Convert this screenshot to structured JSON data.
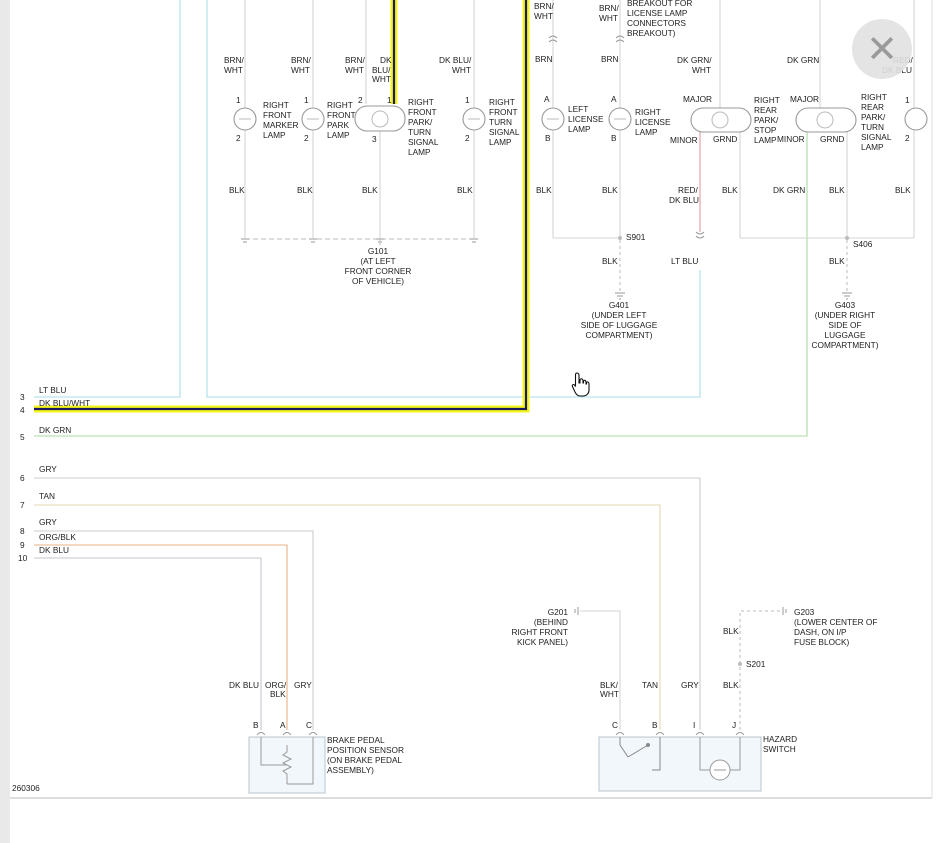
{
  "diagram_id": "260306",
  "close_icon_glyph": "✕",
  "wire_colors": {
    "lt_blu": "#a9dfe8",
    "dk_grn": "#a9d9a0",
    "gry": "#c8c8c8",
    "tan": "#e6d7b4",
    "org_blk": "#e9b283",
    "dk_blu": "#c4c7cc",
    "red": "#e39aa3",
    "highlight_yellow": "#f5f51a",
    "highlight_core": "#1a1a5e"
  },
  "bus": {
    "rows": [
      {
        "num": "3",
        "label": "LT BLU"
      },
      {
        "num": "4",
        "label": "DK BLU/WHT"
      },
      {
        "num": "5",
        "label": "DK GRN"
      },
      {
        "num": "6",
        "label": "GRY"
      },
      {
        "num": "7",
        "label": "TAN"
      },
      {
        "num": "8",
        "label": "GRY"
      },
      {
        "num": "9",
        "label": "ORG/BLK"
      },
      {
        "num": "10",
        "label": "DK BLU"
      }
    ]
  },
  "front_lamps": [
    {
      "wire_top": [
        "BRN/",
        "WHT"
      ],
      "pin_top": "1",
      "pin_bottom": "2",
      "name": [
        "RIGHT",
        "FRONT",
        "MARKER",
        "LAMP"
      ],
      "wire_bottom": "BLK"
    },
    {
      "wire_top": [
        "BRN/",
        "WHT"
      ],
      "pin_top": "1",
      "pin_bottom": "2",
      "name": [
        "RIGHT",
        "FRONT",
        "PARK",
        "LAMP"
      ],
      "wire_bottom": "BLK"
    },
    {
      "wire_top": [
        "BRN/",
        "WHT"
      ],
      "wire_top_b": [
        "DK",
        "BLU/",
        "WHT"
      ],
      "pin_top": "2",
      "pin_top_b": "1",
      "pin_bottom": "3",
      "name": [
        "RIGHT",
        "FRONT",
        "PARK/",
        "TURN",
        "SIGNAL",
        "LAMP"
      ],
      "wire_bottom": "BLK"
    },
    {
      "wire_top": [
        "DK BLU/",
        "WHT"
      ],
      "pin_top": "1",
      "pin_bottom": "2",
      "name": [
        "RIGHT",
        "FRONT",
        "TURN",
        "SIGNAL",
        "LAMP"
      ],
      "wire_bottom": "BLK"
    }
  ],
  "g101": [
    "G101",
    "(AT LEFT",
    "FRONT CORNER",
    "OF VEHICLE)"
  ],
  "rear_top_labels": {
    "brn_wht_a": [
      "BRN/",
      "WHT"
    ],
    "brn_wht_b": [
      "BRN/",
      "WHT"
    ],
    "breakout": [
      "BREAKOUT FOR",
      "LICENSE LAMP",
      "CONNECTORS",
      "BREAKOUT)"
    ],
    "brn_a": "BRN",
    "brn_b": "BRN",
    "dk_grn_wht": [
      "DK GRN/",
      "WHT"
    ],
    "dk_grn": "DK GRN",
    "red_dk_blu": [
      "RED/",
      "DK BLU"
    ]
  },
  "rear_lamps": {
    "left_license": {
      "pin_top": "A",
      "pin_bottom": "B",
      "name": [
        "LEFT",
        "LICENSE",
        "LAMP"
      ],
      "wire_bottom": "BLK"
    },
    "right_license": {
      "pin_top": "A",
      "pin_bottom": "B",
      "name": [
        "RIGHT",
        "LICENSE",
        "LAMP"
      ],
      "wire_bottom": "BLK"
    },
    "right_rear_stop": {
      "pin_major": "MAJOR",
      "pin_minor": "MINOR",
      "pin_grnd": "GRND",
      "name": [
        "RIGHT",
        "REAR",
        "PARK/",
        "STOP",
        "LAMP"
      ],
      "wire_minor": [
        "RED/",
        "DK BLU"
      ],
      "wire_grnd": "BLK"
    },
    "right_rear_turn": {
      "pin_major": "MAJOR",
      "pin_minor": "MINOR",
      "pin_grnd": "GRND",
      "name": [
        "RIGHT",
        "REAR",
        "PARK/",
        "TURN",
        "SIGNAL",
        "LAMP"
      ],
      "wire_minor": "DK GRN",
      "wire_grnd": "BLK"
    },
    "edge_lamp": {
      "pin_top": "1",
      "pin_bottom": "2",
      "wire_bottom": "BLK"
    }
  },
  "splices": {
    "s901": "S901",
    "s406": "S406",
    "s201": "S201"
  },
  "lt_blu_label": "LT BLU",
  "g401": {
    "wire": "BLK",
    "lines": [
      "G401",
      "(UNDER LEFT",
      "SIDE OF LUGGAGE",
      "COMPARTMENT)"
    ]
  },
  "g403": {
    "wire": "BLK",
    "lines": [
      "G403",
      "(UNDER RIGHT",
      "SIDE OF",
      "LUGGAGE",
      "COMPARTMENT)"
    ]
  },
  "brake_sensor": {
    "wires": [
      "DK BLU",
      "ORG/",
      "BLK",
      "GRY"
    ],
    "pins": [
      "B",
      "A",
      "C"
    ],
    "name": [
      "BRAKE PEDAL",
      "POSITION SENSOR",
      "(ON BRAKE PEDAL",
      "ASSEMBLY)"
    ]
  },
  "g201": [
    "G201",
    "(BEHIND",
    "RIGHT FRONT",
    "KICK PANEL)"
  ],
  "g203": [
    "G203",
    "(LOWER CENTER OF",
    "DASH, ON I/P",
    "FUSE BLOCK)"
  ],
  "hazard": {
    "wires": [
      "BLK/",
      "WHT",
      "TAN",
      "GRY",
      "BLK"
    ],
    "blk_upper": "BLK",
    "pins": [
      "C",
      "B",
      "I",
      "J"
    ],
    "name": [
      "HAZARD",
      "SWITCH"
    ]
  }
}
